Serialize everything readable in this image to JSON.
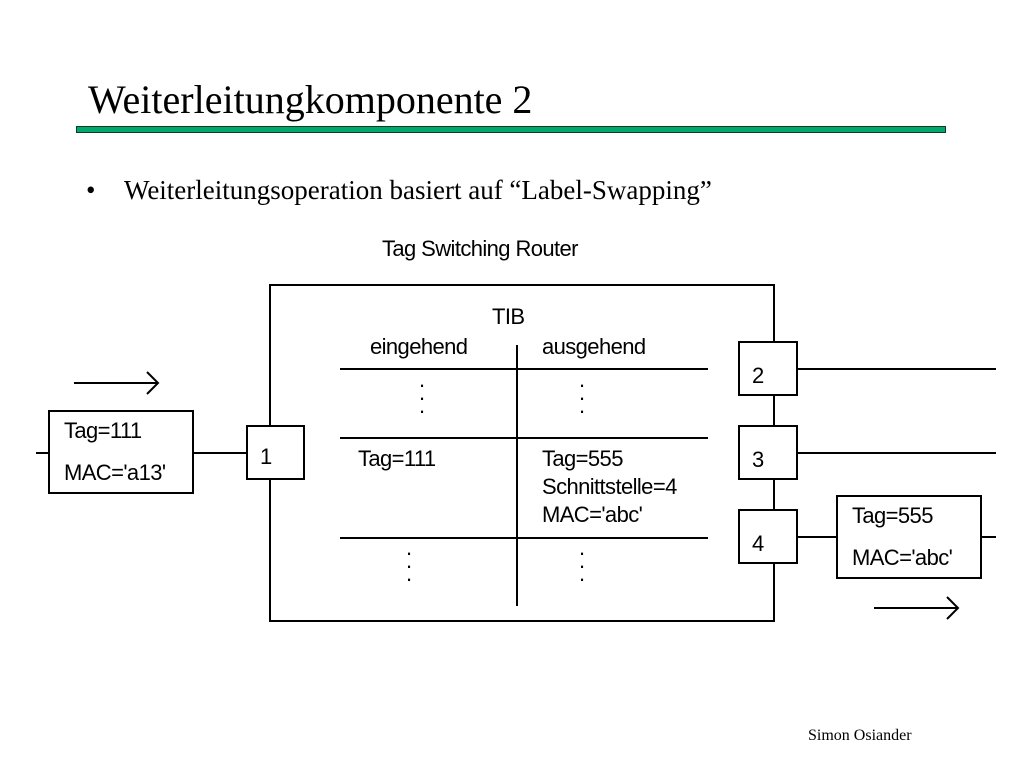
{
  "slide": {
    "title": "Weiterleitungkomponente 2",
    "bullet": "Weiterleitungsoperation basiert auf “Label-Swapping”",
    "footer": "Simon Osiander"
  },
  "colors": {
    "title_rule": "#00a86b",
    "title_rule_border": "#0d3c24",
    "lines": "#000000"
  },
  "diagram": {
    "router_label": "Tag Switching Router",
    "tib": {
      "label": "TIB",
      "col_in": "eingehend",
      "col_out": "ausgehend",
      "dots": "·\n·\n·",
      "entry_in": "Tag=111",
      "entry_out": [
        "Tag=555",
        "Schnittstelle=4",
        "MAC='abc'"
      ]
    },
    "ports": {
      "in": "1",
      "out": [
        "2",
        "3",
        "4"
      ]
    },
    "packet_in": [
      "Tag=111",
      "MAC='a13'"
    ],
    "packet_out": [
      "Tag=555",
      "MAC='abc'"
    ]
  }
}
